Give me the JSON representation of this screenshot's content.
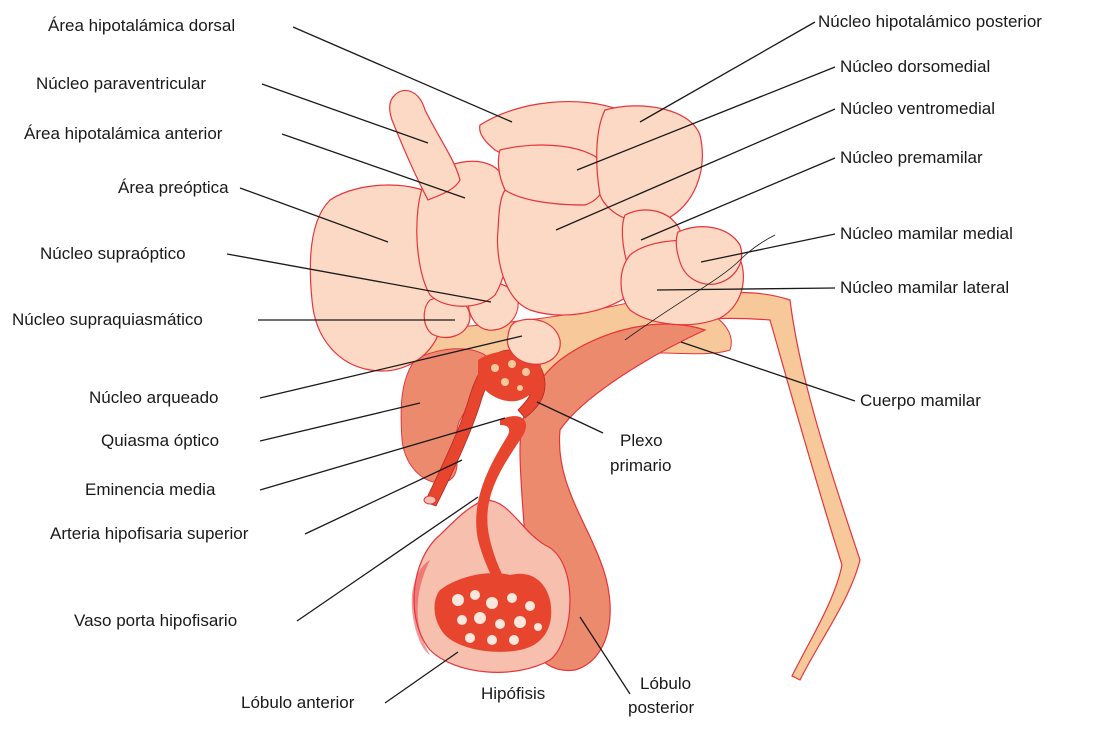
{
  "labels": {
    "area_hipotalamica_dorsal": "Área hipotalámica dorsal",
    "nucleo_paraventricular": "Núcleo paraventricular",
    "area_hipotalamica_anterior": "Área hipotalámica anterior",
    "area_preoptica": "Área preóptica",
    "nucleo_supraoptico": "Núcleo supraóptico",
    "nucleo_supraquiasmatico": "Núcleo supraquiasmático",
    "nucleo_arqueado": "Núcleo arqueado",
    "quiasma_optico": "Quiasma óptico",
    "eminencia_media": "Eminencia media",
    "arteria_hipofisaria_superior": "Arteria hipofisaria superior",
    "vaso_porta_hipofisario": "Vaso porta hipofisario",
    "lobulo_anterior": "Lóbulo anterior",
    "hipofisis": "Hipófisis",
    "lobulo_posterior_1": "Lóbulo",
    "lobulo_posterior_2": "posterior",
    "plexo_primario_1": "Plexo",
    "plexo_primario_2": "primario",
    "nucleo_hipotalamico_posterior": "Núcleo hipotalámico posterior",
    "nucleo_dorsomedial": "Núcleo dorsomedial",
    "nucleo_ventromedial": "Núcleo ventromedial",
    "nucleo_premamilar": "Núcleo premamilar",
    "nucleo_mamilar_medial": "Núcleo mamilar medial",
    "nucleo_mamilar_lateral": "Núcleo mamilar lateral",
    "cuerpo_mamilar": "Cuerpo mamilar"
  },
  "colors": {
    "nucleus_fill": "#fbd9c4",
    "nucleus_stroke": "#e8343a",
    "tract_fill": "#f7c99a",
    "posterior_lobe": "#ec8a6e",
    "anterior_lobe": "#f6bfae",
    "vessel": "#e8452f",
    "leader_line": "#1a1a1a"
  }
}
